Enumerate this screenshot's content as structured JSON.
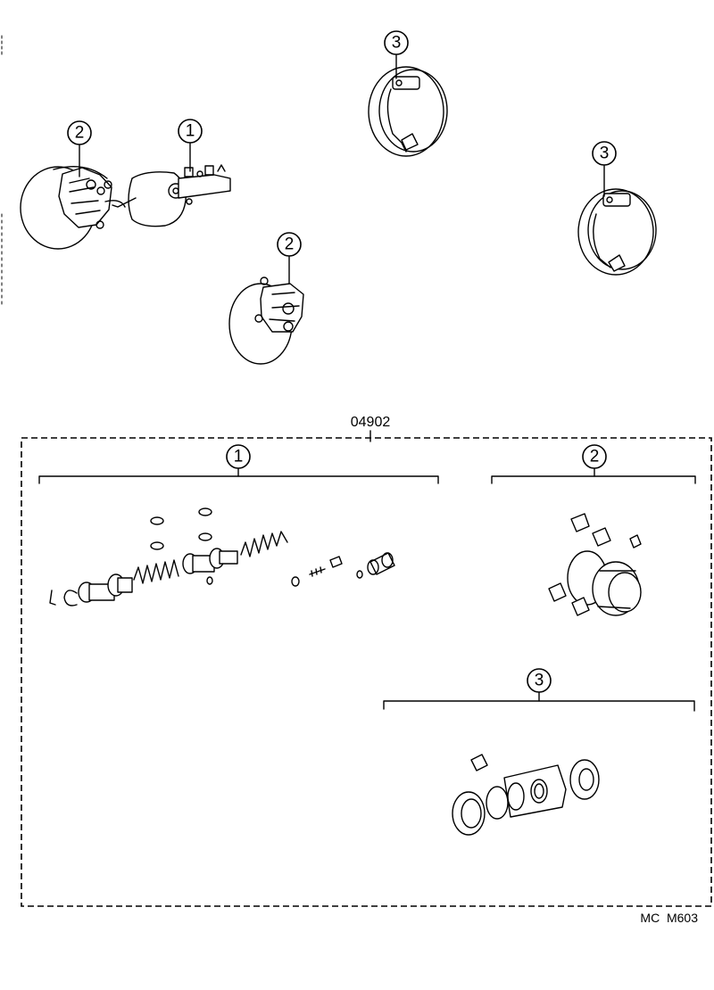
{
  "kit_part_number": "04902",
  "callouts": {
    "one": "1",
    "two": "2",
    "three": "3"
  },
  "reference_code": "MC  M603",
  "colors": {
    "line": "#000000",
    "background": "#ffffff"
  }
}
